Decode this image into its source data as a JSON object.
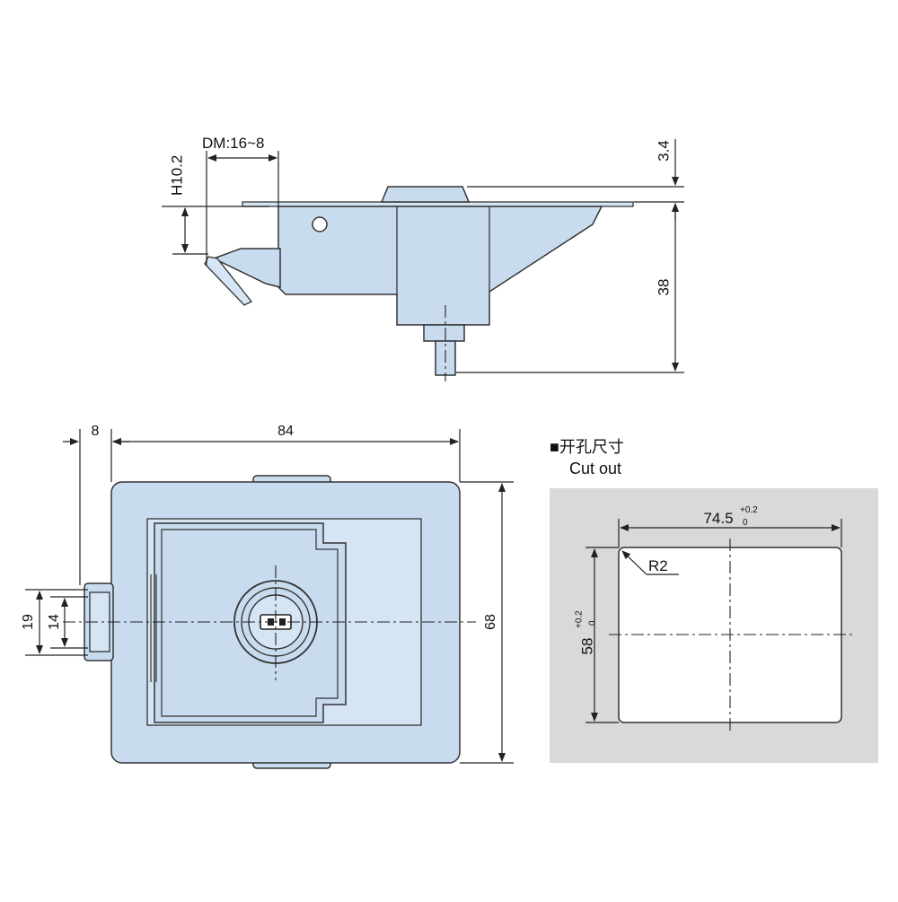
{
  "side_view": {
    "dim_dm": "DM:16~8",
    "dim_h": "H10.2",
    "dim_top": "3.4",
    "dim_height": "38"
  },
  "front_view": {
    "dim_offset": "8",
    "dim_width": "84",
    "dim_height": "68",
    "dim_outer_tab": "19",
    "dim_inner_tab": "14"
  },
  "cutout": {
    "title_cn": "■开孔尺寸",
    "title_en": "Cut out",
    "width_value": "74.5",
    "width_tol_plus": "+0.2",
    "width_tol_minus": "0",
    "height_value": "58",
    "height_tol_plus": "+0.2",
    "height_tol_minus": "0",
    "radius_label": "R2"
  },
  "colors": {
    "part_fill": "#c9dcef",
    "cutout_bg": "#d9d9d9",
    "line": "#222222"
  }
}
